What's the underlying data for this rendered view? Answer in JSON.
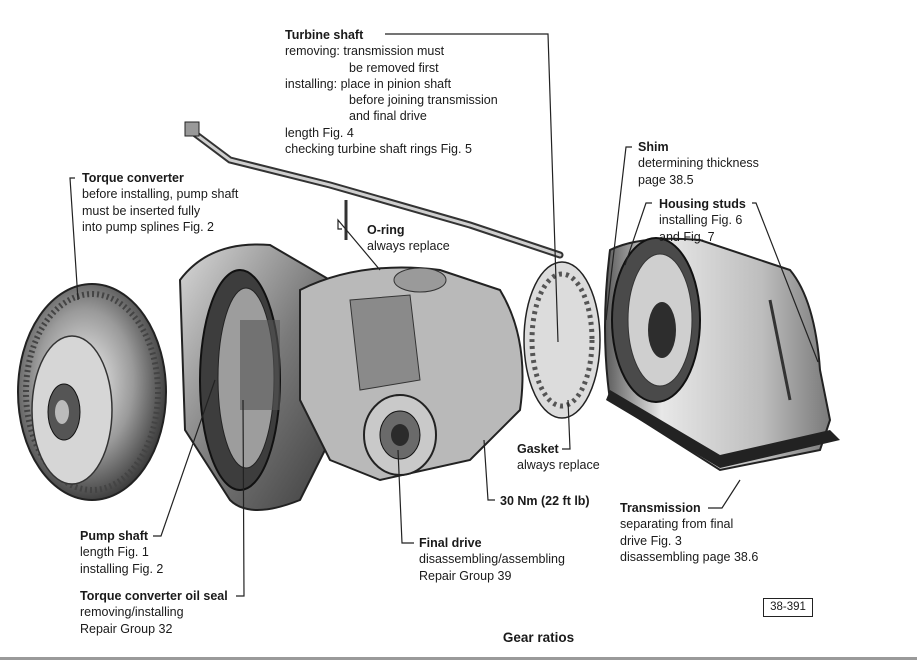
{
  "figure": {
    "caption": "Gear ratios",
    "figure_number": "38-391"
  },
  "labels": {
    "turbine_shaft": {
      "title": "Turbine shaft",
      "lines": [
        "removing: transmission must",
        "be removed first",
        "installing: place in pinion shaft",
        "before joining transmission",
        "and final drive",
        "length Fig. 4",
        "checking turbine shaft rings Fig. 5"
      ]
    },
    "torque_converter": {
      "title": "Torque converter",
      "lines": [
        "before installing, pump shaft",
        "must be inserted fully",
        "into pump splines Fig. 2"
      ]
    },
    "o_ring": {
      "title": "O-ring",
      "lines": [
        "always replace"
      ]
    },
    "shim": {
      "title": "Shim",
      "lines": [
        "determining thickness",
        "page 38.5"
      ]
    },
    "housing_studs": {
      "title": "Housing studs",
      "lines": [
        "installing Fig. 6",
        "and Fig. 7"
      ]
    },
    "gasket": {
      "title": "Gasket",
      "lines": [
        "always replace"
      ]
    },
    "torque_spec": {
      "title": "30 Nm (22 ft lb)"
    },
    "transmission": {
      "title": "Transmission",
      "lines": [
        "separating from final",
        "drive Fig. 3",
        "disassembling page 38.6"
      ]
    },
    "pump_shaft": {
      "title": "Pump shaft",
      "lines": [
        "length Fig. 1",
        "installing Fig. 2"
      ]
    },
    "final_drive": {
      "title": "Final drive",
      "lines": [
        "disassembling/assembling",
        "Repair Group 39"
      ]
    },
    "oil_seal": {
      "title": "Torque converter oil seal",
      "lines": [
        "removing/installing",
        "Repair Group 32"
      ]
    }
  }
}
